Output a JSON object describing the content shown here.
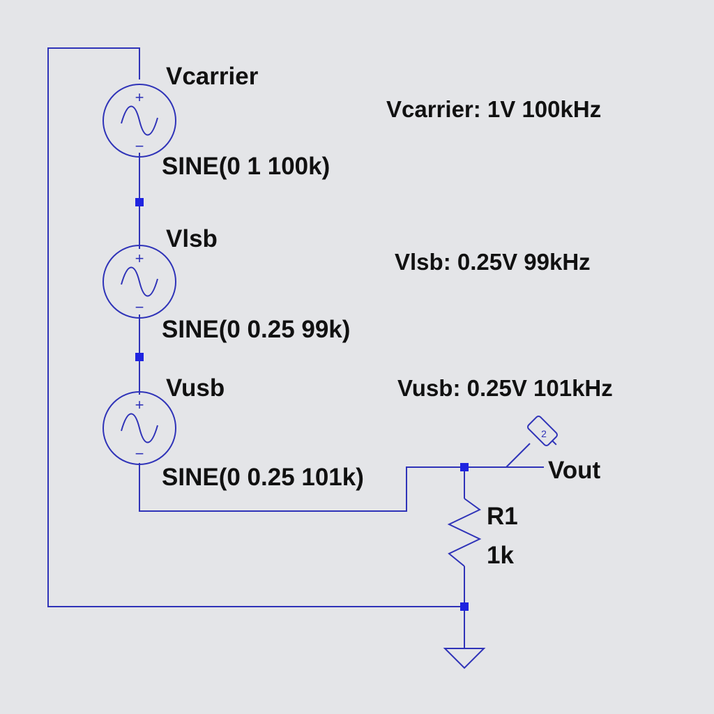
{
  "colors": {
    "background": "#e4e5e8",
    "wire": "#2f33b8",
    "junction": "#1f24e0",
    "text": "#111111"
  },
  "sources": [
    {
      "name": "Vcarrier",
      "value": "SINE(0 1 100k)",
      "icon": "sine-source-icon"
    },
    {
      "name": "Vlsb",
      "value": "SINE(0 0.25 99k)",
      "icon": "sine-source-icon"
    },
    {
      "name": "Vusb",
      "value": "SINE(0 0.25 101k)",
      "icon": "sine-source-icon"
    }
  ],
  "resistor": {
    "name": "R1",
    "value": "1k",
    "icon": "resistor-icon"
  },
  "net_label": "Vout",
  "notes": [
    "Vcarrier: 1V 100kHz",
    "Vlsb: 0.25V 99kHz",
    "Vusb: 0.25V 101kHz"
  ],
  "symbols": {
    "plus": "+",
    "minus": "−",
    "probe": "2"
  }
}
